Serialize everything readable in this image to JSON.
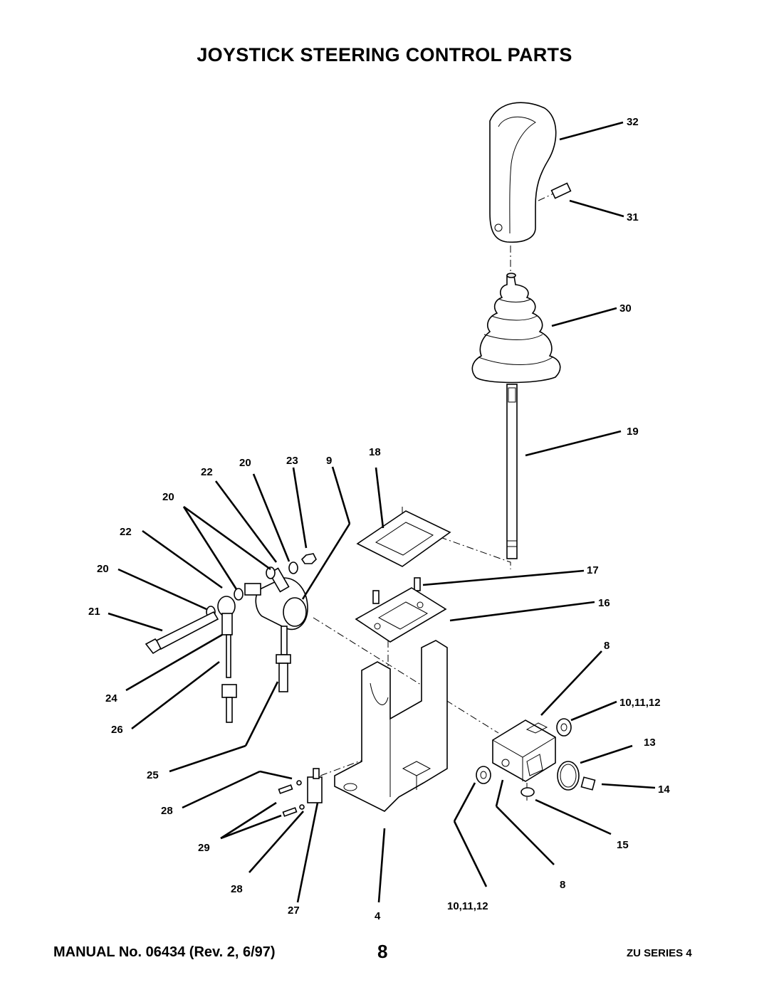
{
  "page": {
    "title": "JOYSTICK STEERING CONTROL PARTS",
    "footer_left": "MANUAL No. 06434 (Rev. 2, 6/97)",
    "footer_center": "8",
    "footer_right": "ZU SERIES 4"
  },
  "callouts": [
    {
      "id": "c32",
      "text": "32"
    },
    {
      "id": "c31",
      "text": "31"
    },
    {
      "id": "c30",
      "text": "30"
    },
    {
      "id": "c19",
      "text": "19"
    },
    {
      "id": "c18",
      "text": "18"
    },
    {
      "id": "c9",
      "text": "9"
    },
    {
      "id": "c23",
      "text": "23"
    },
    {
      "id": "c20a",
      "text": "20"
    },
    {
      "id": "c22a",
      "text": "22"
    },
    {
      "id": "c20b",
      "text": "20"
    },
    {
      "id": "c22b",
      "text": "22"
    },
    {
      "id": "c20c",
      "text": "20"
    },
    {
      "id": "c21",
      "text": "21"
    },
    {
      "id": "c17",
      "text": "17"
    },
    {
      "id": "c16",
      "text": "16"
    },
    {
      "id": "c8a",
      "text": "8"
    },
    {
      "id": "c10a",
      "text": "10,11,12"
    },
    {
      "id": "c13",
      "text": "13"
    },
    {
      "id": "c14",
      "text": "14"
    },
    {
      "id": "c15",
      "text": "15"
    },
    {
      "id": "c8b",
      "text": "8"
    },
    {
      "id": "c10b",
      "text": "10,11,12"
    },
    {
      "id": "c24",
      "text": "24"
    },
    {
      "id": "c26",
      "text": "26"
    },
    {
      "id": "c25",
      "text": "25"
    },
    {
      "id": "c28a",
      "text": "28"
    },
    {
      "id": "c29",
      "text": "29"
    },
    {
      "id": "c28b",
      "text": "28"
    },
    {
      "id": "c27",
      "text": "27"
    },
    {
      "id": "c4",
      "text": "4"
    }
  ]
}
